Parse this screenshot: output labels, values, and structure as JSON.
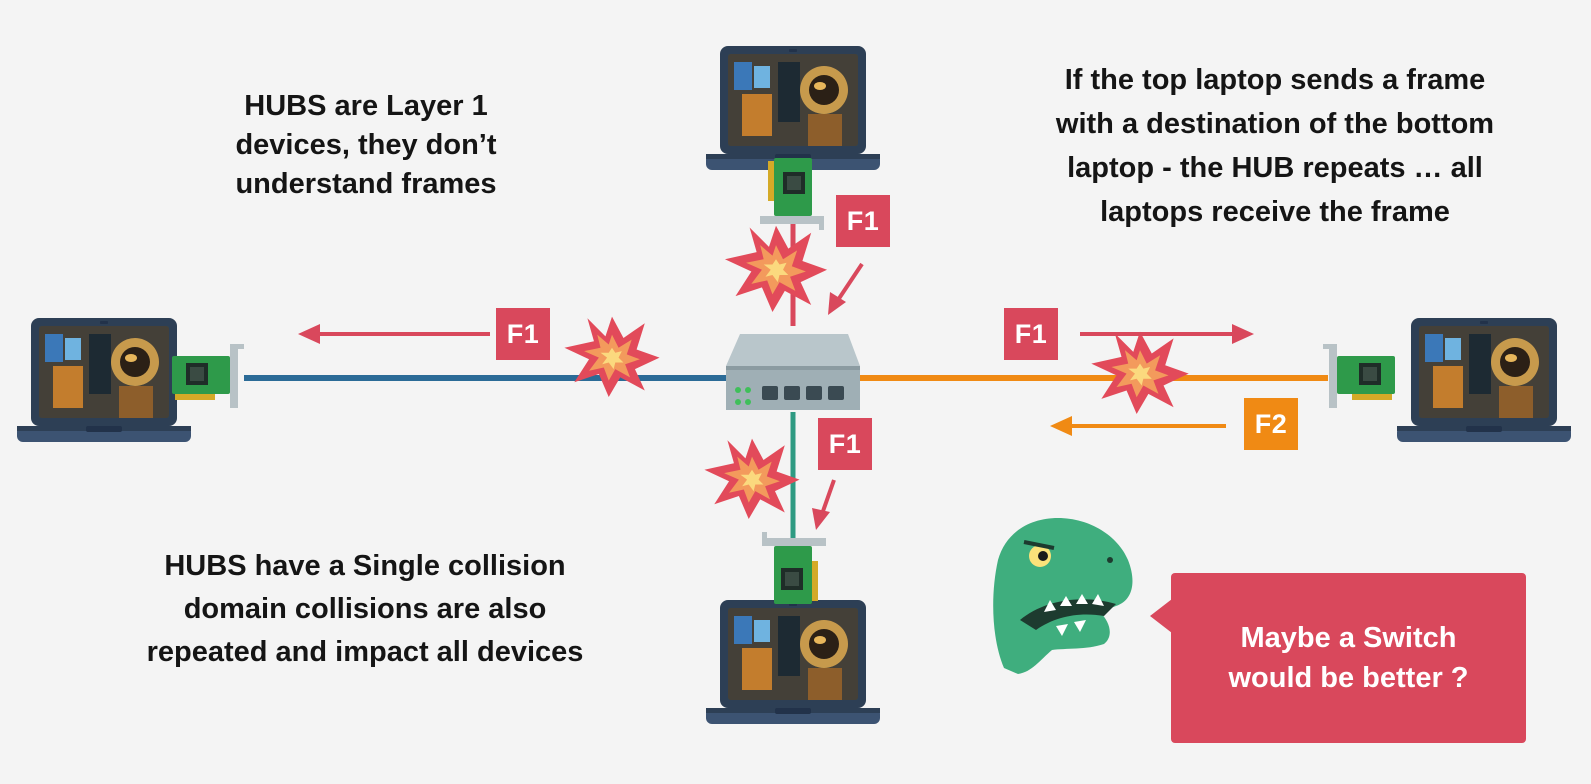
{
  "notes": {
    "top_left": [
      "HUBS are Layer 1",
      "devices, they don’t",
      "understand frames"
    ],
    "top_right": [
      "If the top laptop sends a frame",
      "with a destination of the bottom",
      "laptop - the HUB repeats … all",
      "laptops receive the frame"
    ],
    "bottom_left": [
      "HUBS have a Single collision",
      "domain collisions are also",
      "repeated and impact all devices"
    ]
  },
  "frames": {
    "top": "F1",
    "left": "F1",
    "right": "F1",
    "bottom": "F1",
    "right_return": "F2"
  },
  "speech_bubble": [
    "Maybe a Switch",
    "would be better ?"
  ],
  "colors": {
    "left_cable": "#2b6b97",
    "right_cable": "#f08a14",
    "top_cable": "#d9485c",
    "bottom_cable": "#2e9a82",
    "frame_red": "#d9485c",
    "frame_orange": "#f08a14",
    "hub": "#a4b3b9",
    "dinosaur": "#3fae7e"
  },
  "icons": [
    "laptop-icon",
    "network-card-icon",
    "hub-icon",
    "collision-icon",
    "dinosaur-icon"
  ]
}
